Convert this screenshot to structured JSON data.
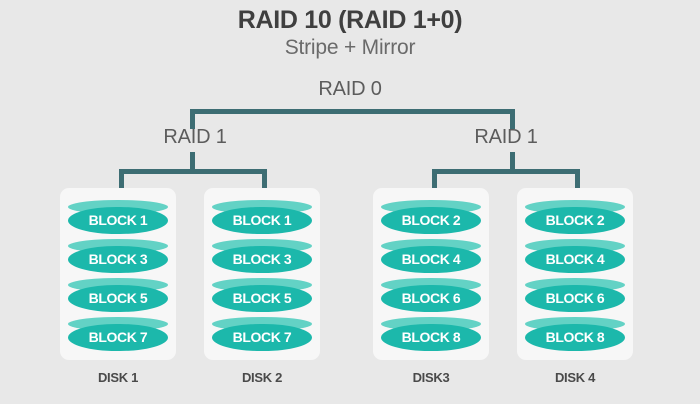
{
  "header": {
    "title": "RAID 10 (RAID 1+0)",
    "subtitle": "Stripe + Mirror"
  },
  "tree": {
    "root_label": "RAID 0",
    "mirror_left_label": "RAID 1",
    "mirror_right_label": "RAID 1"
  },
  "colors": {
    "background": "#e8e8e8",
    "panel": "#f7f7f7",
    "connector": "#3d6d73",
    "cylinder_body": "#1cb8ab",
    "cylinder_top": "#63d2c5",
    "title_text": "#3f3f3f",
    "subtitle_text": "#6a6a6a",
    "tree_text": "#5c5c5c",
    "caption_text": "#4a4a4a",
    "block_text": "#ffffff"
  },
  "disks": [
    {
      "caption": "DISK 1",
      "blocks": [
        "BLOCK 1",
        "BLOCK 3",
        "BLOCK 5",
        "BLOCK 7"
      ]
    },
    {
      "caption": "DISK 2",
      "blocks": [
        "BLOCK 1",
        "BLOCK 3",
        "BLOCK 5",
        "BLOCK 7"
      ]
    },
    {
      "caption": "DISK3",
      "blocks": [
        "BLOCK 2",
        "BLOCK 4",
        "BLOCK 6",
        "BLOCK 8"
      ]
    },
    {
      "caption": "DISK 4",
      "blocks": [
        "BLOCK 2",
        "BLOCK 4",
        "BLOCK 6",
        "BLOCK 8"
      ]
    }
  ]
}
